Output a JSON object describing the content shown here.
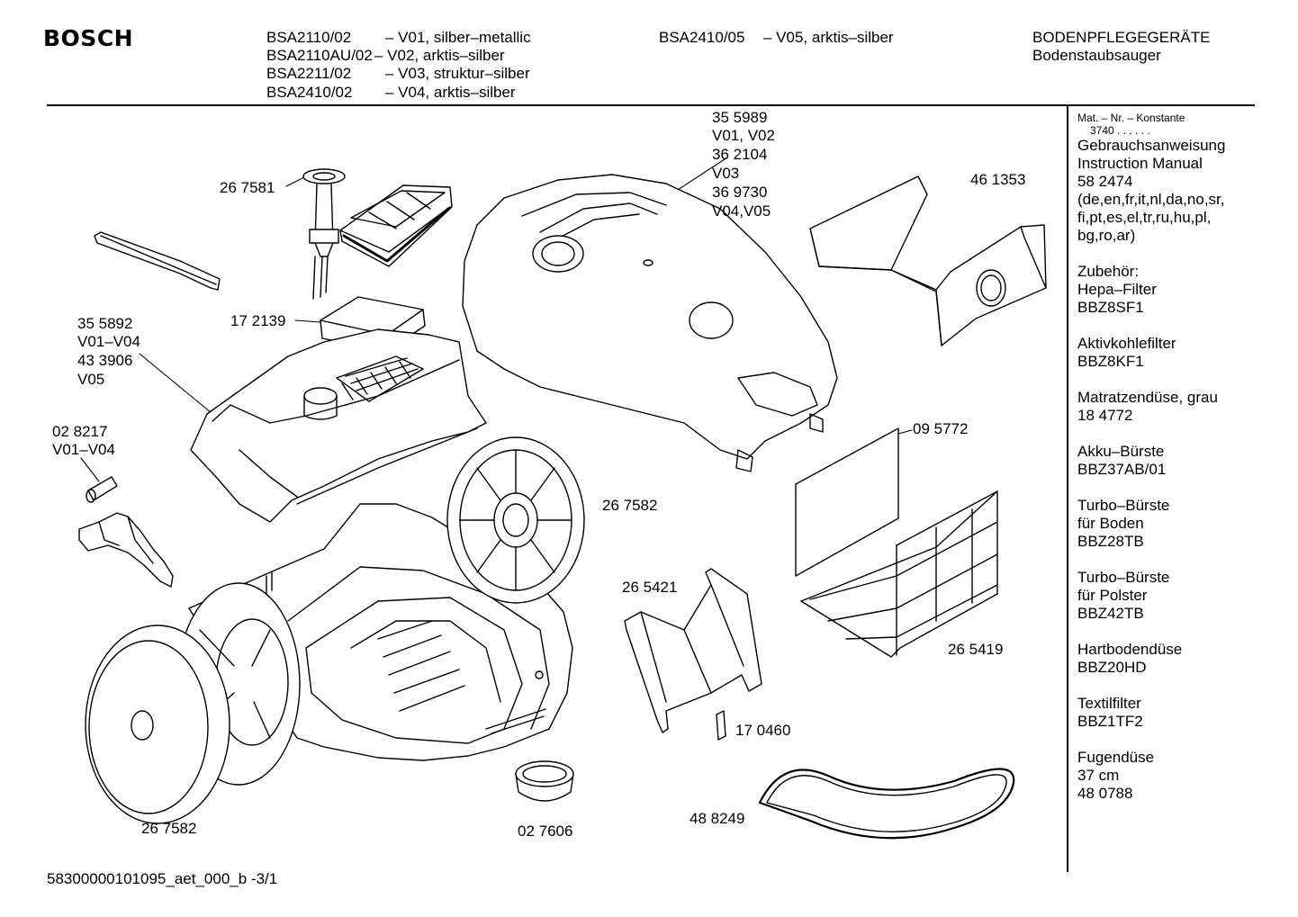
{
  "header": {
    "brand": "BOSCH",
    "models_left": [
      {
        "model": "BSA2110/02",
        "variant": "– V01, silber–metallic"
      },
      {
        "model": "BSA2110AU/02",
        "variant": "– V02, arktis–silber"
      },
      {
        "model": "BSA2211/02",
        "variant": "– V03, struktur–silber"
      },
      {
        "model": "BSA2410/02",
        "variant": "– V04, arktis–silber"
      }
    ],
    "model_right": {
      "model": "BSA2410/05",
      "variant": "– V05,  arktis–silber"
    },
    "category": "BODENPFLEGEGERÄTE",
    "subcategory": "Bodenstaubsauger"
  },
  "parts": {
    "p_267581": "26 7581",
    "p_355892": "35 5892",
    "p_355892_v": "V01–V04",
    "p_433906": "43 3906",
    "p_433906_v": "V05",
    "p_172139": "17 2139",
    "p_028217": "02 8217",
    "p_028217_v": "V01–V04",
    "p_355989": "35 5989",
    "p_355989_v": "V01, V02",
    "p_362104": "36 2104",
    "p_362104_v": "V03",
    "p_369730": "36 9730",
    "p_369730_v": "V04,V05",
    "p_461353": "46 1353",
    "p_095772": "09 5772",
    "p_267582_a": "26 7582",
    "p_265421": "26 5421",
    "p_265419": "26 5419",
    "p_170460": "17 0460",
    "p_488249": "48 8249",
    "p_267582_b": "26 7582",
    "p_027606": "02 7606"
  },
  "sidebar": {
    "mat_label": "Mat. – Nr. – Konstante",
    "mat_value": "3740 .  .  .  .  .  .",
    "manual": [
      "Gebrauchsanweisung",
      "Instruction Manual",
      "58 2474",
      "(de,en,fr,it,nl,da,no,sr,",
      "fi,pt,es,el,tr,ru,hu,pl,",
      "bg,ro,ar)"
    ],
    "accessories": [
      [
        "Zubehör:",
        "Hepa–Filter",
        "BBZ8SF1"
      ],
      [
        "Aktivkohlefilter",
        "BBZ8KF1"
      ],
      [
        "Matratzendüse, grau",
        "18 4772"
      ],
      [
        "Akku–Bürste",
        "BBZ37AB/01"
      ],
      [
        "Turbo–Bürste",
        "für Boden",
        "BBZ28TB"
      ],
      [
        "Turbo–Bürste",
        "für Polster",
        "BBZ42TB"
      ],
      [
        "Hartbodendüse",
        "BBZ20HD"
      ],
      [
        "Textilfilter",
        "BBZ1TF2"
      ],
      [
        "Fugendüse",
        "37 cm",
        "48 0788"
      ]
    ]
  },
  "footer": "58300000101095_aet_000_b -3/1"
}
